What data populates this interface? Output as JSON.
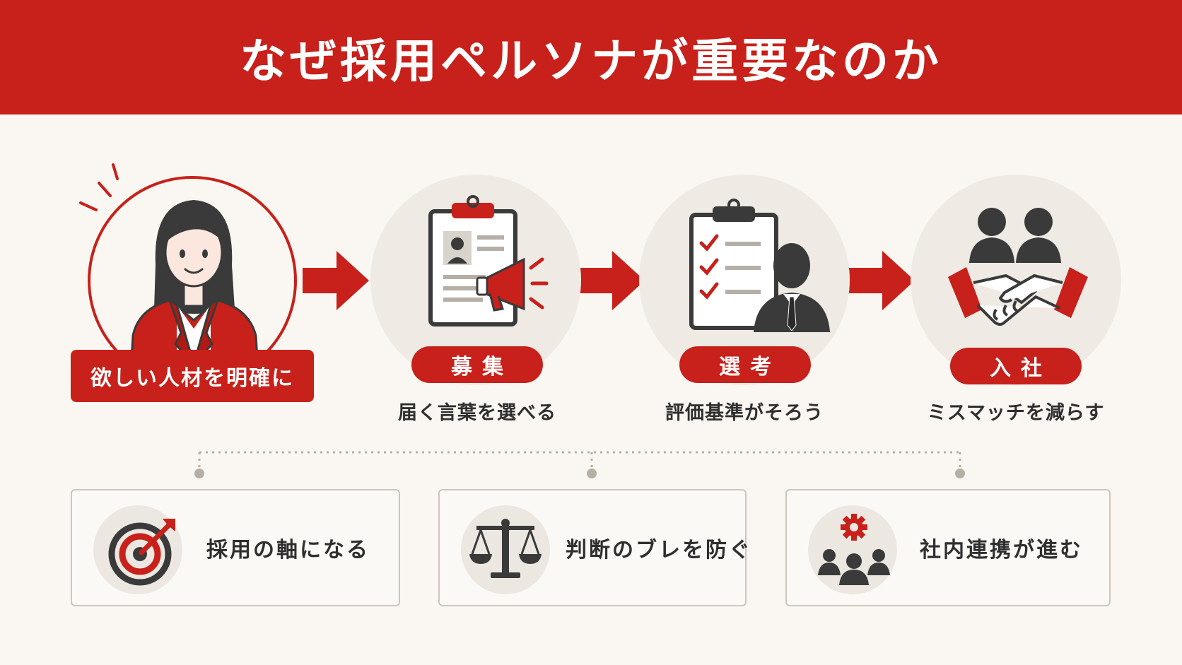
{
  "header": {
    "title": "なぜ採用ペルソナが重要なのか"
  },
  "flow": {
    "start": {
      "label": "欲しい人材を明確に",
      "icon": "woman-avatar-icon"
    },
    "steps": [
      {
        "label": "募集",
        "caption": "届く言葉を選べる",
        "icon": "clipboard-megaphone-icon"
      },
      {
        "label": "選考",
        "caption": "評価基準がそろう",
        "icon": "checklist-interviewer-icon"
      },
      {
        "label": "入社",
        "caption": "ミスマッチを減らす",
        "icon": "handshake-icon"
      }
    ]
  },
  "benefits": [
    {
      "label": "採用の軸になる",
      "icon": "target-icon"
    },
    {
      "label": "判断のブレを防ぐ",
      "icon": "scale-icon"
    },
    {
      "label": "社内連携が進む",
      "icon": "team-gear-icon"
    }
  ],
  "colors": {
    "accent": "#c8201a",
    "dark": "#3a3a3a",
    "background": "#faf7f2",
    "circle": "#efebe4"
  }
}
